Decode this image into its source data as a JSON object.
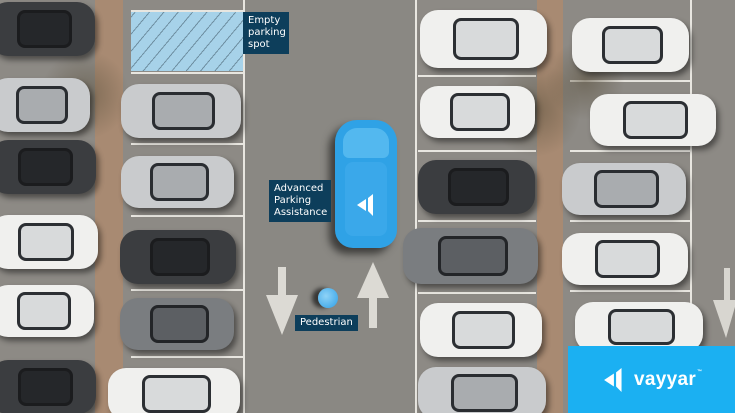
{
  "labels": {
    "empty_parking": {
      "line1": "Empty",
      "line2": "parking",
      "line3": "spot"
    },
    "assist": {
      "line1": "Advanced",
      "line2": "Parking",
      "line3": "Assistance"
    },
    "pedestrian": "Pedestrian"
  },
  "brand": {
    "name": "vayyar",
    "tm": "™",
    "color": "#1bb0f2"
  },
  "colors": {
    "label_bg": "#0d3e5b",
    "hero_car": "#2fa2e6",
    "empty_spot": "#a8d6ee"
  }
}
